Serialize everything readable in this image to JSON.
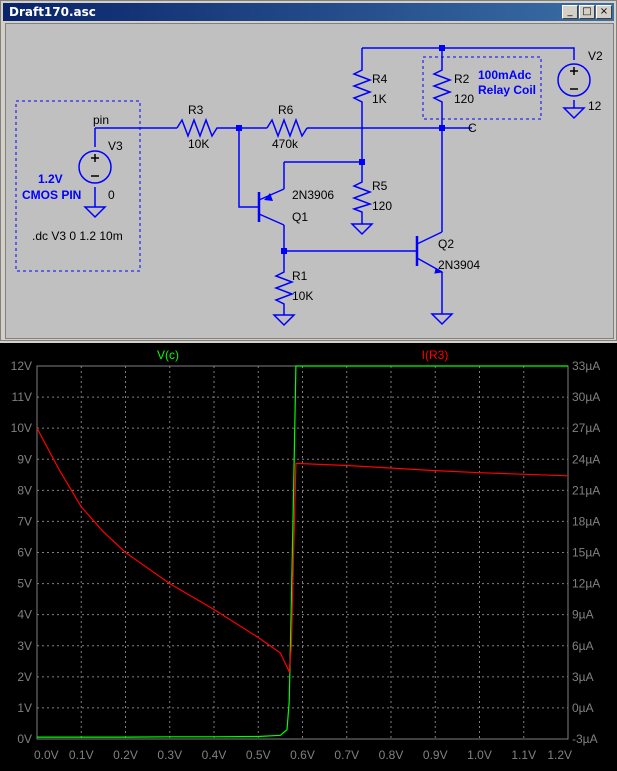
{
  "window": {
    "title": "Draft170.asc",
    "buttons": {
      "minimize": "_",
      "maximize": "□",
      "close": "×"
    }
  },
  "schematic": {
    "labels": {
      "pin": "pin",
      "v3_name": "V3",
      "v3_value": "0",
      "v3_note1": "1.2V",
      "v3_note2": "CMOS PIN",
      "directive": ".dc V3 0 1.2 10m",
      "r3_name": "R3",
      "r3_value": "10K",
      "r6_name": "R6",
      "r6_value": "470k",
      "r4_name": "R4",
      "r4_value": "1K",
      "r2_name": "R2",
      "r2_value": "120",
      "r5_name": "R5",
      "r5_value": "120",
      "r1_name": "R1",
      "r1_value": "10K",
      "q1_model": "2N3906",
      "q1_name": "Q1",
      "q2_name": "Q2",
      "q2_model": "2N3904",
      "v2_name": "V2",
      "v2_value": "12",
      "coil_note1": "100mAdc",
      "coil_note2": "Relay Coil",
      "node_c": "C"
    }
  },
  "chart_data": {
    "type": "line",
    "title": "",
    "x": {
      "label": "",
      "min": 0,
      "max": 1.2,
      "ticks": [
        "0.0V",
        "0.1V",
        "0.2V",
        "0.3V",
        "0.4V",
        "0.5V",
        "0.6V",
        "0.7V",
        "0.8V",
        "0.9V",
        "1.0V",
        "1.1V",
        "1.2V"
      ]
    },
    "y_left": {
      "label": "",
      "min": 0,
      "max": 12,
      "ticks": [
        "0V",
        "1V",
        "2V",
        "3V",
        "4V",
        "5V",
        "6V",
        "7V",
        "8V",
        "9V",
        "10V",
        "11V",
        "12V"
      ]
    },
    "y_right": {
      "label": "",
      "min": -3,
      "max": 33,
      "ticks": [
        "-3µA",
        "0µA",
        "3µA",
        "6µA",
        "9µA",
        "12µA",
        "15µA",
        "18µA",
        "21µA",
        "24µA",
        "27µA",
        "30µA",
        "33µA"
      ]
    },
    "grid": true,
    "series": [
      {
        "name": "V(c)",
        "color": "#00ff00",
        "axis": "left",
        "x": [
          0,
          0.1,
          0.2,
          0.3,
          0.4,
          0.5,
          0.55,
          0.565,
          0.57,
          0.575,
          0.58,
          0.585,
          0.6,
          0.8,
          1.0,
          1.2
        ],
        "y": [
          0.06,
          0.06,
          0.06,
          0.07,
          0.07,
          0.08,
          0.12,
          0.3,
          1.2,
          4.5,
          8.0,
          12,
          12,
          12,
          12,
          12
        ]
      },
      {
        "name": "I(R3)",
        "color": "#ff0000",
        "axis": "right",
        "x": [
          0,
          0.05,
          0.1,
          0.15,
          0.2,
          0.3,
          0.4,
          0.5,
          0.55,
          0.57,
          0.575,
          0.58,
          0.585,
          0.7,
          0.9,
          1.0,
          1.2
        ],
        "y": [
          27.0,
          23.0,
          19.4,
          17.0,
          15.0,
          12.0,
          9.5,
          6.8,
          5.3,
          3.5,
          6.0,
          15.0,
          23.6,
          23.4,
          22.9,
          22.7,
          22.4
        ]
      }
    ]
  }
}
